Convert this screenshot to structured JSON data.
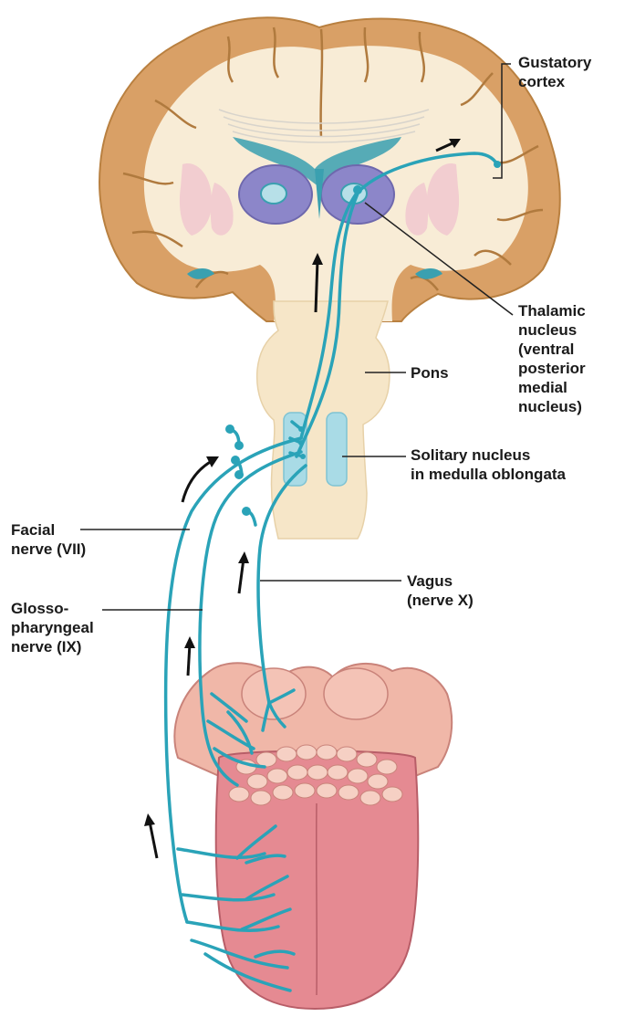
{
  "labels": {
    "gustatory_cortex": [
      "Gustatory",
      "cortex"
    ],
    "thalamic_nucleus": [
      "Thalamic",
      "nucleus",
      "(ventral",
      "posterior",
      "medial",
      "nucleus)"
    ],
    "pons": [
      "Pons"
    ],
    "solitary_nucleus": [
      "Solitary nucleus",
      "in medulla oblongata"
    ],
    "facial_nerve": [
      "Facial",
      "nerve (VII)"
    ],
    "glossopharyngeal_nerve": [
      "Glosso-",
      "pharyngeal",
      "nerve (IX)"
    ],
    "vagus_nerve": [
      "Vagus",
      "(nerve X)"
    ]
  },
  "colors": {
    "nerve": "#2aa3b8",
    "cortex": "#d9a066",
    "white_matter": "#f8ecd6",
    "thalamus": "#8c86c9",
    "ventricle": "#3aa0b0",
    "tongue": "#e58a92",
    "text": "#1a1a1a"
  }
}
